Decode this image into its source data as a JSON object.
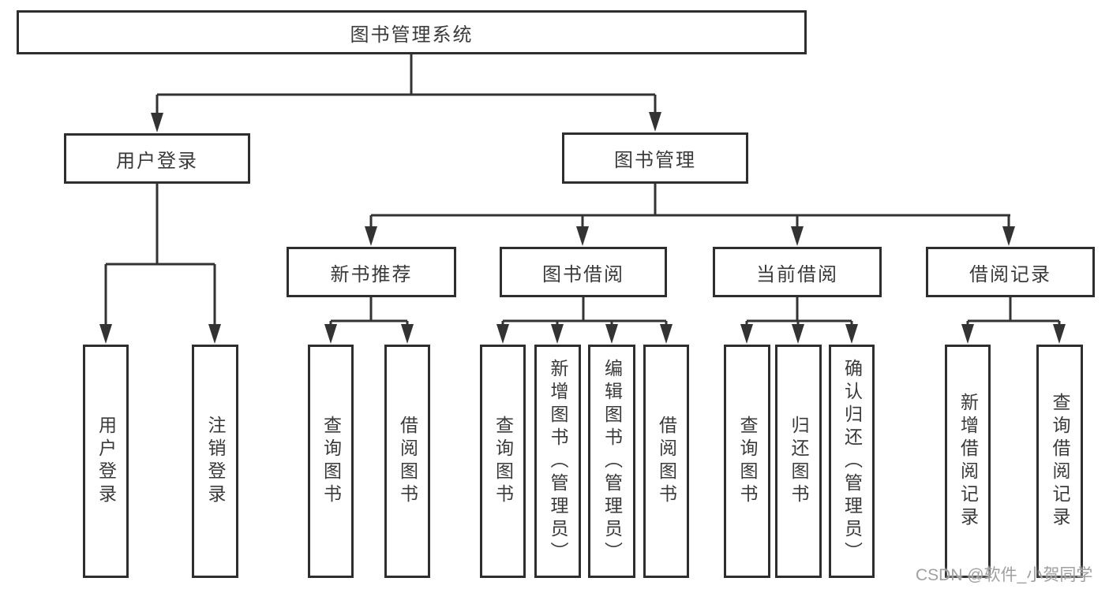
{
  "diagram": {
    "root": {
      "label": "图书管理系统"
    },
    "children": [
      {
        "label": "用户登录",
        "children": [
          {
            "label": "用户登录"
          },
          {
            "label": "注销登录"
          }
        ]
      },
      {
        "label": "图书管理",
        "children": [
          {
            "label": "新书推荐",
            "children": [
              {
                "label": "查询图书"
              },
              {
                "label": "借阅图书"
              }
            ]
          },
          {
            "label": "图书借阅",
            "children": [
              {
                "label": "查询图书"
              },
              {
                "label": "新增图书（管理员）"
              },
              {
                "label": "编辑图书（管理员）"
              },
              {
                "label": "借阅图书"
              }
            ]
          },
          {
            "label": "当前借阅",
            "children": [
              {
                "label": "查询图书"
              },
              {
                "label": "归还图书"
              },
              {
                "label": "确认归还（管理员）"
              }
            ]
          },
          {
            "label": "借阅记录",
            "children": [
              {
                "label": "新增借阅记录"
              },
              {
                "label": "查询借阅记录"
              }
            ]
          }
        ]
      }
    ]
  },
  "watermark": {
    "text": "CSDN @软件_小贺同学"
  },
  "colors": {
    "line": "#333333",
    "border": "#2e2e2e",
    "text": "#3a3a3a",
    "watermark": "#a0a0a0",
    "background": "#ffffff"
  }
}
